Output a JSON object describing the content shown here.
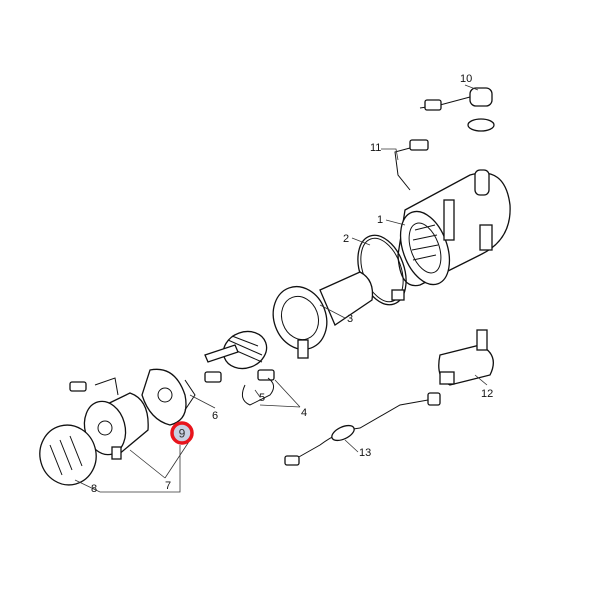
{
  "callouts": [
    "1",
    "2",
    "3",
    "4",
    "5",
    "6",
    "7",
    "8",
    "9",
    "10",
    "11",
    "12",
    "13"
  ],
  "highlighted_callout": "9",
  "colors": {
    "highlight_ring": "#e8141c",
    "highlight_fill": "#c8d0e2",
    "line": "#111111"
  }
}
